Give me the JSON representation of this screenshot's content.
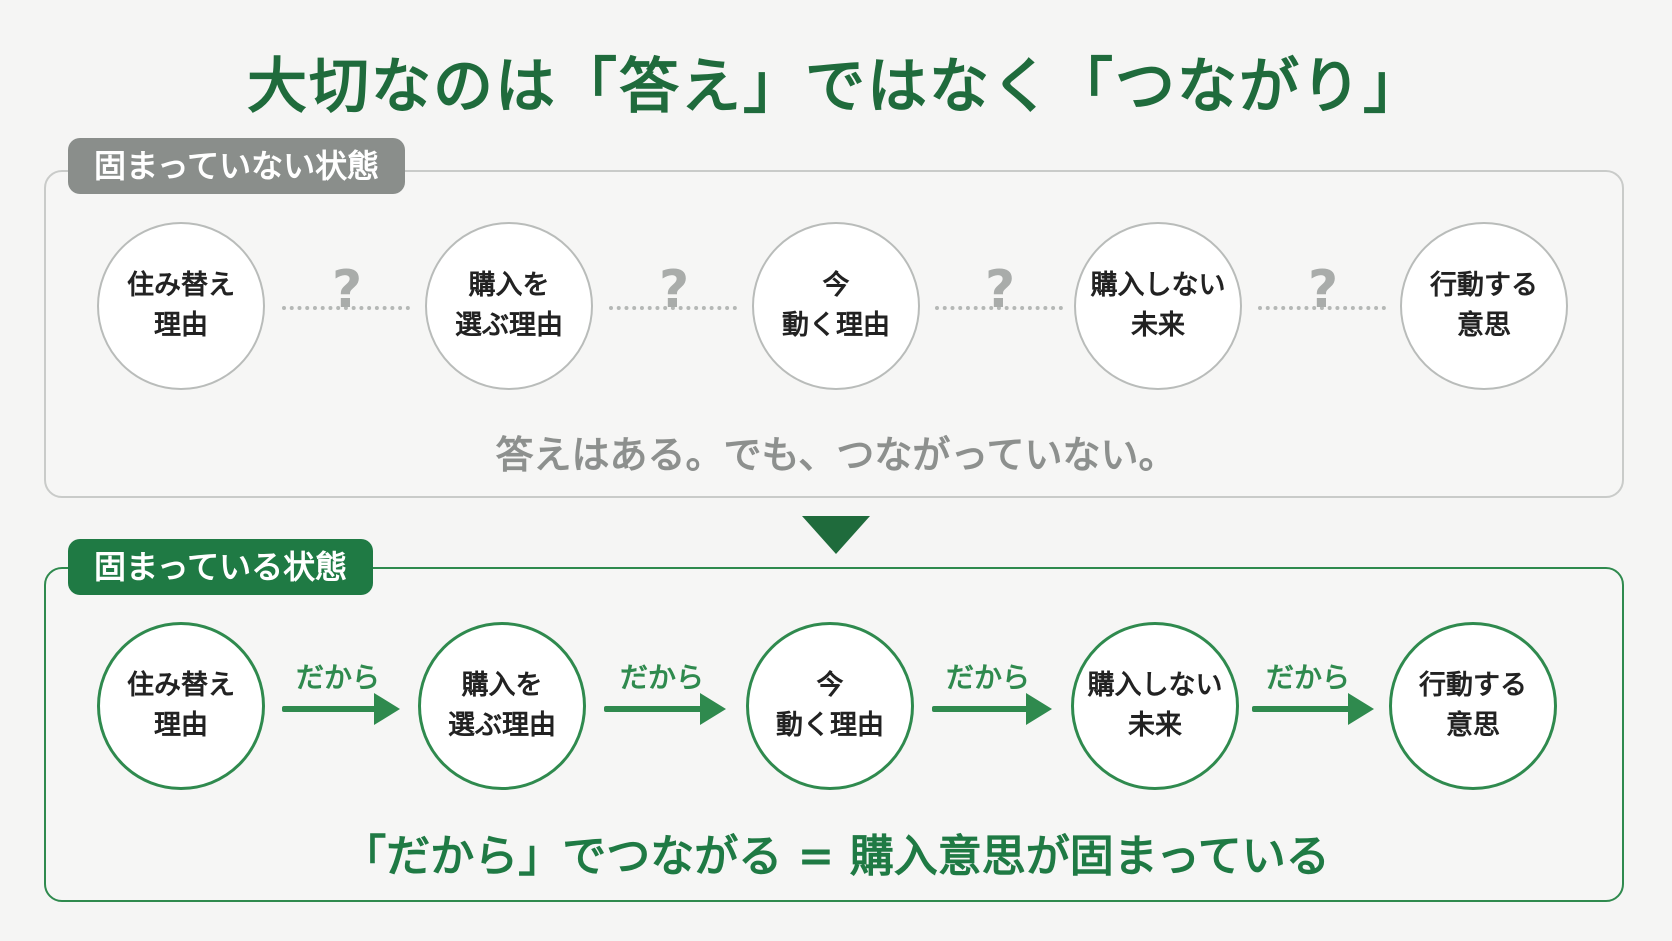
{
  "title": "大切なのは「答え」ではなく「つながり」",
  "top_panel": {
    "label": "固まっていない状態",
    "nodes": [
      {
        "line1": "住み替え",
        "line2": "理由"
      },
      {
        "line1": "購入を",
        "line2": "選ぶ理由"
      },
      {
        "line1": "今",
        "line2": "動く理由"
      },
      {
        "line1": "購入しない",
        "line2": "未来"
      },
      {
        "line1": "行動する",
        "line2": "意思"
      }
    ],
    "connector_symbol": "?",
    "caption": "答えはある。でも、つながっていない。"
  },
  "bottom_panel": {
    "label": "固まっている状態",
    "nodes": [
      {
        "line1": "住み替え",
        "line2": "理由"
      },
      {
        "line1": "購入を",
        "line2": "選ぶ理由"
      },
      {
        "line1": "今",
        "line2": "動く理由"
      },
      {
        "line1": "購入しない",
        "line2": "未来"
      },
      {
        "line1": "行動する",
        "line2": "意思"
      }
    ],
    "connector_label": "だから",
    "caption": "「だから」でつながる = 購入意思が固まっている"
  },
  "colors": {
    "green": "#1f7a44",
    "dark_green": "#1f6b3c",
    "gray": "#8a8e8b"
  }
}
